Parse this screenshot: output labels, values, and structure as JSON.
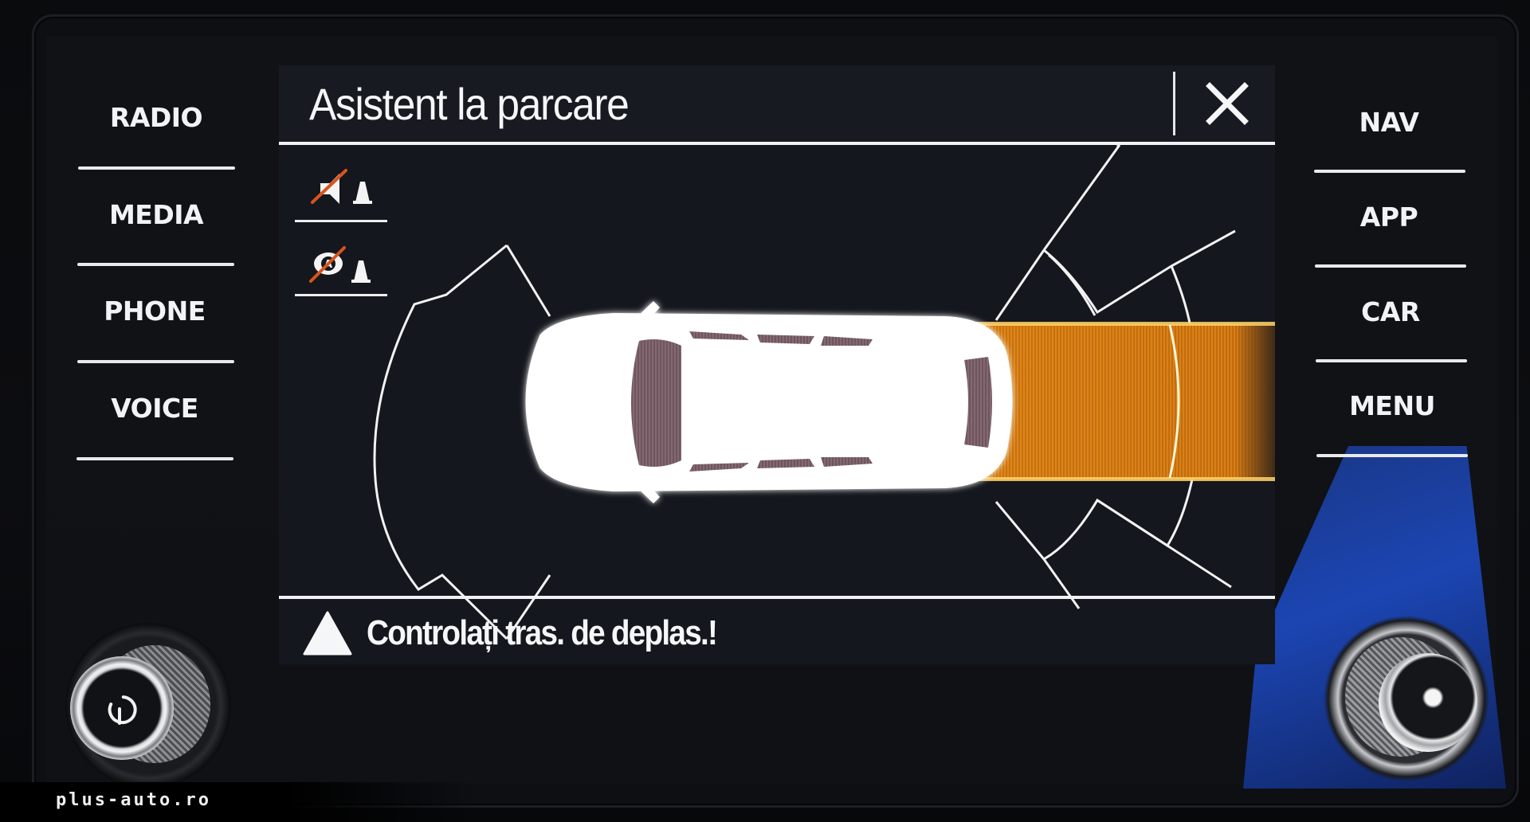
{
  "left_nav": {
    "items": [
      {
        "label": "RADIO"
      },
      {
        "label": "MEDIA"
      },
      {
        "label": "PHONE"
      },
      {
        "label": "VOICE"
      }
    ]
  },
  "right_nav": {
    "items": [
      {
        "label": "NAV"
      },
      {
        "label": "APP"
      },
      {
        "label": "CAR"
      },
      {
        "label": "MENU"
      }
    ]
  },
  "screen": {
    "title": "Asistent la parcare",
    "close_icon": "close-x",
    "side_icons": [
      {
        "name": "sound-off-cone-icon",
        "state": "disabled"
      },
      {
        "name": "auto-activation-off-cone-icon",
        "state": "disabled"
      }
    ],
    "visualization": {
      "front_zone": "clear",
      "rear_zone": "obstacle-detected",
      "rear_zone_color": "#e8901c",
      "outline_color": "#f2f2f2",
      "disabled_slash_color": "#d9531e"
    },
    "warning": {
      "icon": "warning-triangle",
      "text": "Controlați tras. de deplas.!"
    }
  },
  "knobs": {
    "left": {
      "icon": "power-icon"
    },
    "right": {
      "icon": "none"
    }
  },
  "watermark": "plus-auto.ro"
}
